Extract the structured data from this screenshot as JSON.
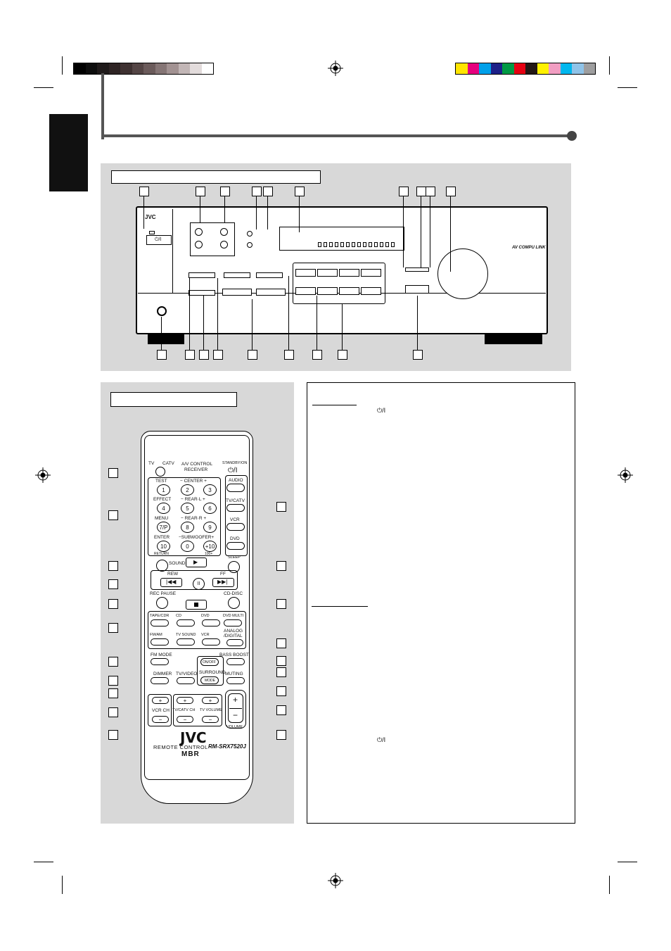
{
  "colors": {
    "panel_gray": "#d8d8d8",
    "gray_steps": [
      "#000000",
      "#0d0d0d",
      "#1f1a1a",
      "#2e2424",
      "#3e3131",
      "#544545",
      "#6b5b5b",
      "#857575",
      "#a29292",
      "#c2b6b6",
      "#e3dcdc",
      "#ffffff"
    ],
    "color_bar": [
      "#ffe500",
      "#e6007e",
      "#00a0e9",
      "#1d2088",
      "#009944",
      "#e60012",
      "#231815",
      "#fff100",
      "#f19ec2",
      "#00b7ee",
      "#8fc3e8",
      "#9e9e9f"
    ]
  },
  "icons": {
    "registration": "crosshair-registration-mark",
    "power": "power-symbol"
  },
  "receiver": {
    "brand": "JVC",
    "logo_right": "AV COMPU LINK",
    "power_label": "⏻/I"
  },
  "remote": {
    "brand": "JVC",
    "model_line": "REMOTE  CONTROL",
    "model": "RM-SRX7520J",
    "sub_logo": "MBR",
    "tv": "TV",
    "catv": "CATV",
    "title1": "A/V CONTROL",
    "title2": "RECEIVER",
    "standby": "STANDBY/ON",
    "power_sym": "⏻/I",
    "test": "TEST",
    "center": "−  CENTER  +",
    "effect": "EFFECT",
    "rear_l": "−  REAR·L  +",
    "menu": "MENU",
    "rear_r": "−  REAR·R  +",
    "enter": "ENTER",
    "subwoofer": "−SUBWOOFER+",
    "return": "RETURN",
    "plus100": "100+",
    "audio": "AUDIO",
    "tvcatv": "TV/CATV",
    "vcr": "VCR",
    "dvd": "DVD",
    "keys": [
      "1",
      "2",
      "3",
      "4",
      "5",
      "6",
      "7/P",
      "8",
      "9",
      "10",
      "0",
      "+10"
    ],
    "sound": "SOUND",
    "sleep": "SLEEP",
    "rew": "REW",
    "ff": "FF",
    "rec_pause": "REC PAUSE",
    "cd_disc": "CD-DISC",
    "src_row1": [
      "TAPE/CDR",
      "CD",
      "DVD",
      "DVD MULTI"
    ],
    "src_row2": [
      "FM/AM",
      "TV SOUND",
      "VCR"
    ],
    "analog_digital": "ANALOG\n/DIGITAL",
    "fm_mode": "FM MODE",
    "bass_boost": "BASS BOOST",
    "on_off": "ON/OFF",
    "surround": "SURROUND",
    "mode": "MODE",
    "dimmer": "DIMMER",
    "tv_video": "TV/VIDEO",
    "muting": "MUTING",
    "vcr_ch": "VCR CH",
    "tvcatv_ch": "TV/CATV CH",
    "tv_volume": "TV VOLUME",
    "volume": "VOLUME",
    "plus": "+",
    "minus": "−"
  },
  "text_panel": {
    "power_symbol_1": "⏻/I",
    "power_symbol_2": "⏻/I"
  }
}
